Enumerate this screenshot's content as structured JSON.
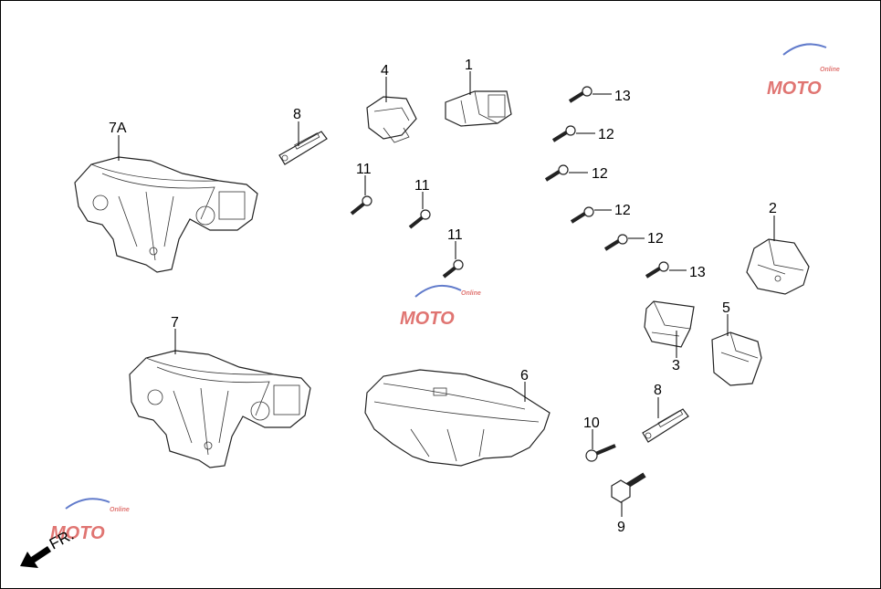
{
  "callouts": [
    {
      "id": "1",
      "label": "1"
    },
    {
      "id": "2",
      "label": "2"
    },
    {
      "id": "3",
      "label": "3"
    },
    {
      "id": "4",
      "label": "4"
    },
    {
      "id": "5",
      "label": "5"
    },
    {
      "id": "6",
      "label": "6"
    },
    {
      "id": "7",
      "label": "7"
    },
    {
      "id": "7a",
      "label": "7A"
    },
    {
      "id": "8a",
      "label": "8"
    },
    {
      "id": "8b",
      "label": "8"
    },
    {
      "id": "9",
      "label": "9"
    },
    {
      "id": "10",
      "label": "10"
    },
    {
      "id": "11a",
      "label": "11"
    },
    {
      "id": "11b",
      "label": "11"
    },
    {
      "id": "11c",
      "label": "11"
    },
    {
      "id": "12a",
      "label": "12"
    },
    {
      "id": "12b",
      "label": "12"
    },
    {
      "id": "12c",
      "label": "12"
    },
    {
      "id": "12d",
      "label": "12"
    },
    {
      "id": "13a",
      "label": "13"
    },
    {
      "id": "13b",
      "label": "13"
    }
  ],
  "direction": {
    "label": "FR."
  },
  "watermark": {
    "brand": "MOTO",
    "sub": "Online"
  },
  "colors": {
    "line": "#222222",
    "watermark_red": "#d9534f",
    "watermark_blue": "#3a5bbf"
  }
}
